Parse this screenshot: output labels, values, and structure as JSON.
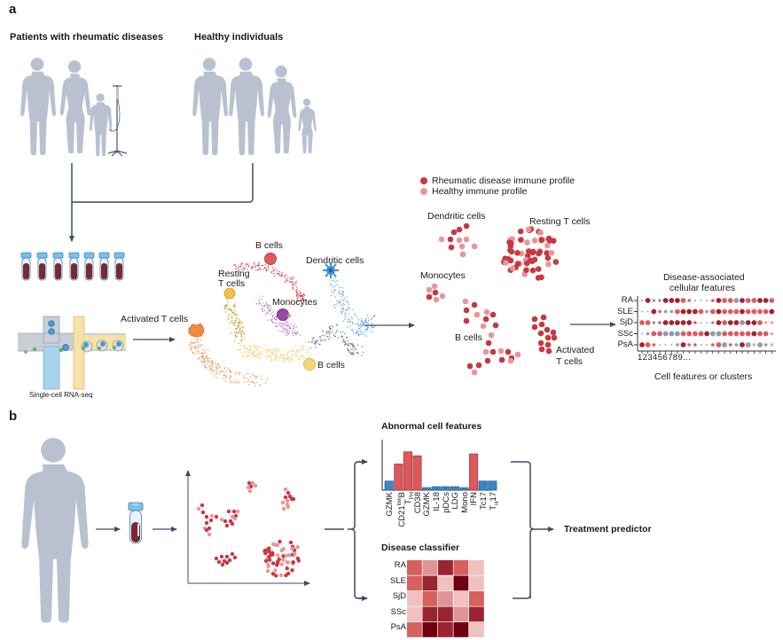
{
  "panel_a": {
    "letter": "a",
    "patients_title": "Patients with rheumatic diseases",
    "healthy_title": "Healthy individuals",
    "scrnaseq_label": "Single-cell RNA-seq",
    "umap_labels": {
      "b_cells_top": "B cells",
      "dendritic": "Dendritic cells",
      "resting_t": "Resting\nT cells",
      "resting_t_line1": "Resting",
      "resting_t_line2": "T cells",
      "monocytes": "Monocytes",
      "activated_t": "Activated T cells",
      "b_cells_bottom": "B cells"
    },
    "legend": [
      {
        "label": "Rheumatic disease immune profile",
        "color": "#c8383f"
      },
      {
        "label": "Healthy immune profile",
        "color": "#e8959a"
      }
    ],
    "cluster_labels": {
      "dendritic": "Dendritic cells",
      "resting_t": "Resting T cells",
      "monocytes": "Monocytes",
      "b_cells": "B cells",
      "activated_t_line1": "Activated",
      "activated_t_line2": "T cells"
    },
    "dotplot": {
      "title_line1": "Disease-associated",
      "title_line2": "cellular features",
      "rows": [
        "RA",
        "SLE",
        "SjD",
        "SSc",
        "PsA"
      ],
      "x_ticks": "123456789...",
      "xlabel": "Cell features or clusters"
    }
  },
  "panel_b": {
    "letter": "b",
    "abnormal_title": "Abnormal cell features",
    "classifier_title": "Disease classifier",
    "treatment_label": "Treatment predictor"
  },
  "colors": {
    "silhouette": "#b9c1d1",
    "arrow": "#3d4a63",
    "disease_red": "#c8383f",
    "healthy_pink": "#e8959a",
    "bar_red": "#d9595c",
    "bar_blue": "#3a86c4"
  },
  "chart_data": [
    {
      "type": "bar",
      "title": "Abnormal cell features",
      "categories": [
        "GZMK",
        "CD21lowB",
        "TPH",
        "CD38",
        "GZMK",
        "IL-18",
        "pDCs",
        "LDG",
        "Mono",
        "IFN",
        "Tc17",
        "TH17"
      ],
      "category_labels": [
        {
          "main": "GZMK",
          "sup": "",
          "sub": ""
        },
        {
          "main": "CD21",
          "sup": "low",
          "sub": "",
          "tail": "B"
        },
        {
          "main": "T",
          "sup": "",
          "sub": "PH"
        },
        {
          "main": "CD38",
          "sup": "",
          "sub": ""
        },
        {
          "main": "GZMK",
          "sup": "",
          "sub": ""
        },
        {
          "main": "IL-18",
          "sup": "",
          "sub": ""
        },
        {
          "main": "pDCs",
          "sup": "",
          "sub": ""
        },
        {
          "main": "LDG",
          "sup": "",
          "sub": ""
        },
        {
          "main": "Mono",
          "sup": "",
          "sub": ""
        },
        {
          "main": "IFN",
          "sup": "",
          "sub": ""
        },
        {
          "main": "Tc17",
          "sup": "",
          "sub": ""
        },
        {
          "main": "T",
          "sup": "",
          "sub": "H",
          "tail": "17"
        }
      ],
      "values": [
        0.18,
        0.52,
        0.76,
        0.68,
        0.05,
        0.07,
        0.07,
        0.07,
        0.05,
        0.72,
        0.18,
        0.18
      ],
      "abnormal": [
        false,
        true,
        true,
        true,
        false,
        false,
        false,
        false,
        false,
        true,
        false,
        false
      ],
      "ylim": [
        0,
        1
      ],
      "xlabel": "",
      "ylabel": ""
    },
    {
      "type": "heatmap",
      "title": "Disease classifier",
      "rows": [
        "RA",
        "SLE",
        "SjD",
        "SSc",
        "PsA"
      ],
      "columns": 5,
      "values": [
        [
          0.6,
          0.4,
          0.85,
          0.6,
          0.15
        ],
        [
          0.6,
          0.85,
          0.15,
          1.0,
          0.15
        ],
        [
          0.15,
          0.6,
          0.4,
          0.15,
          0.6
        ],
        [
          0.15,
          0.85,
          0.85,
          0.4,
          0.85
        ],
        [
          0.6,
          1.0,
          0.85,
          1.0,
          0.15
        ]
      ]
    },
    {
      "type": "scatter",
      "title": "Disease-associated cellular features",
      "rows": [
        "RA",
        "SLE",
        "SjD",
        "SSc",
        "PsA"
      ],
      "xlabel": "Cell features or clusters",
      "note": "dot plot; size = magnitude, color: 2=dark red, 1=red, 0=pink, -1=blue-grey",
      "sizes": [
        [
          1,
          3,
          2,
          2,
          3,
          3,
          3,
          3,
          2,
          1,
          1,
          1,
          2,
          3,
          3,
          3,
          3,
          3,
          3,
          3,
          3,
          3,
          3
        ],
        [
          1,
          1,
          3,
          2,
          2,
          2,
          3,
          3,
          3,
          3,
          3,
          2,
          3,
          3,
          3,
          3,
          3,
          3,
          3,
          3,
          3,
          3,
          3
        ],
        [
          3,
          3,
          2,
          2,
          3,
          3,
          3,
          3,
          3,
          2,
          1,
          1,
          2,
          3,
          3,
          3,
          3,
          3,
          3,
          3,
          3,
          2,
          2
        ],
        [
          1,
          2,
          3,
          3,
          3,
          3,
          3,
          3,
          3,
          3,
          3,
          3,
          3,
          3,
          3,
          3,
          3,
          3,
          3,
          3,
          3,
          3,
          2
        ],
        [
          3,
          3,
          2,
          1,
          1,
          1,
          2,
          3,
          2,
          2,
          1,
          1,
          2,
          3,
          3,
          2,
          2,
          3,
          3,
          2,
          3,
          2,
          2
        ]
      ],
      "colors": [
        [
          1,
          2,
          -1,
          -1,
          2,
          2,
          2,
          1,
          1,
          1,
          -1,
          -1,
          1,
          2,
          1,
          1,
          -1,
          2,
          1,
          1,
          2,
          2,
          1
        ],
        [
          -1,
          -1,
          2,
          1,
          -1,
          -1,
          1,
          2,
          2,
          2,
          1,
          -1,
          1,
          2,
          1,
          1,
          1,
          2,
          1,
          1,
          1,
          1,
          2
        ],
        [
          1,
          1,
          -1,
          1,
          2,
          2,
          2,
          2,
          2,
          1,
          -1,
          -1,
          -1,
          2,
          1,
          2,
          2,
          -1,
          2,
          2,
          1,
          0,
          0
        ],
        [
          -1,
          -1,
          1,
          1,
          -1,
          -1,
          -1,
          1,
          1,
          1,
          1,
          2,
          -1,
          -1,
          1,
          1,
          1,
          1,
          1,
          2,
          1,
          1,
          0
        ],
        [
          2,
          1,
          1,
          -1,
          -1,
          -1,
          -1,
          2,
          1,
          1,
          -1,
          -1,
          1,
          1,
          -1,
          1,
          -1,
          2,
          -1,
          0,
          -1,
          -1,
          0
        ]
      ]
    }
  ]
}
